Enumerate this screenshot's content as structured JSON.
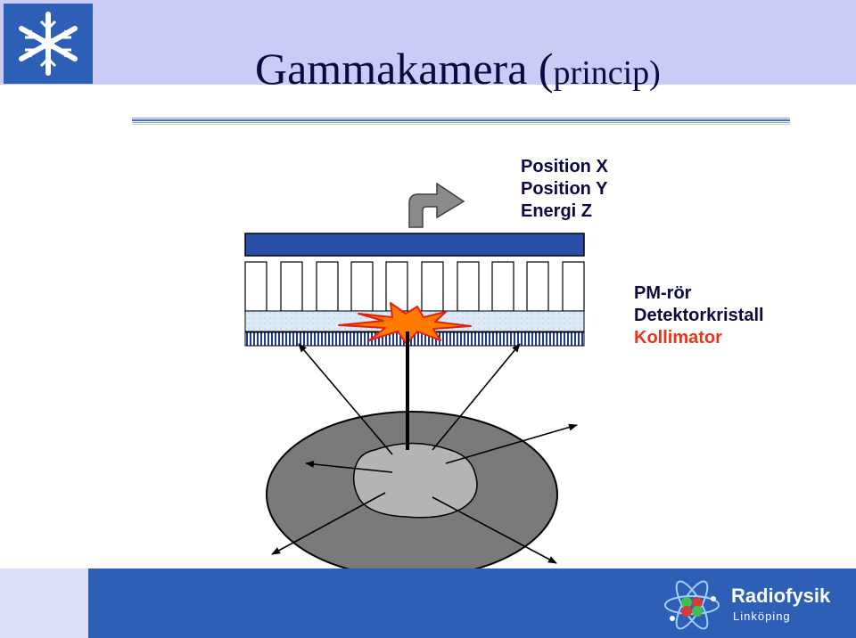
{
  "title": {
    "main": "Gammakamera (",
    "sub": "princip)"
  },
  "outputs": {
    "line1": "Position X",
    "line2": "Position Y",
    "line3": "Energi Z"
  },
  "layers": {
    "pm": "PM-rör",
    "crystal": "Detektorkristall",
    "collimator": "Kollimator"
  },
  "footer": {
    "name": "Radiofysik",
    "city": "Linköping"
  },
  "colors": {
    "band": "#c9cdf6",
    "brand_blue": "#2d5fb7",
    "collimator_label": "#e8351c",
    "detector_bar": "#2a4fa8"
  },
  "icons": {
    "logo": "snowflake-logo-icon",
    "brand": "atom-logo-icon",
    "arrow": "curved-arrow-icon"
  }
}
